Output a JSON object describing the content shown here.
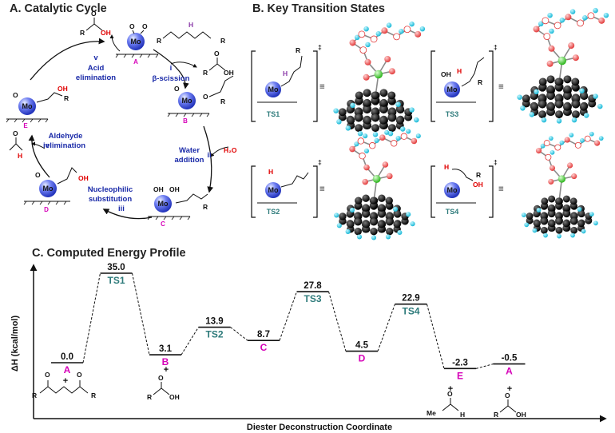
{
  "panels": {
    "a_title": "A. Catalytic Cycle",
    "b_title": "B. Key Transition States",
    "c_title": "C. Computed Energy Profile"
  },
  "cycle": {
    "species": [
      {
        "label": "A"
      },
      {
        "label": "B"
      },
      {
        "label": "C"
      },
      {
        "label": "D"
      },
      {
        "label": "E"
      }
    ],
    "metal": "Mo",
    "steps": [
      {
        "roman": "i",
        "line1": "β-scission",
        "line2": ""
      },
      {
        "roman": "ii",
        "line1": "Water",
        "line2": "addition"
      },
      {
        "roman": "iii",
        "line1": "Nucleophilic",
        "line2": "substitution"
      },
      {
        "roman": "iv",
        "line1": "Aldehyde",
        "line2": "elimination"
      },
      {
        "roman": "v",
        "line1": "Acid",
        "line2": "elimination"
      }
    ],
    "water": "H₂O",
    "atoms": {
      "O": "O",
      "OH": "OH",
      "H": "H",
      "R": "R",
      "OHacid": "OH"
    }
  },
  "transition_states": [
    {
      "label": "TS1"
    },
    {
      "label": "TS2"
    },
    {
      "label": "TS3"
    },
    {
      "label": "TS4"
    }
  ],
  "ts_symbols": {
    "dagger": "‡",
    "equiv": "≡"
  },
  "profile": {
    "ylabel": "ΔH (kcal/mol)",
    "xlabel": "Diester Deconstruction Coordinate",
    "levels": [
      {
        "name": "A",
        "value": 0.0,
        "display": "0.0",
        "kind": "min"
      },
      {
        "name": "TS1",
        "value": 35.0,
        "display": "35.0",
        "kind": "ts"
      },
      {
        "name": "B",
        "value": 3.1,
        "display": "3.1",
        "kind": "min"
      },
      {
        "name": "TS2",
        "value": 13.9,
        "display": "13.9",
        "kind": "ts"
      },
      {
        "name": "C",
        "value": 8.7,
        "display": "8.7",
        "kind": "min"
      },
      {
        "name": "TS3",
        "value": 27.8,
        "display": "27.8",
        "kind": "ts"
      },
      {
        "name": "D",
        "value": 4.5,
        "display": "4.5",
        "kind": "min"
      },
      {
        "name": "TS4",
        "value": 22.9,
        "display": "22.9",
        "kind": "ts"
      },
      {
        "name": "E",
        "value": -2.3,
        "display": "-2.3",
        "kind": "min"
      },
      {
        "name": "A",
        "value": -0.5,
        "display": "-0.5",
        "kind": "min"
      }
    ],
    "plus": "+",
    "colors": {
      "min_label": "#d600b8",
      "ts_label": "#2e7b7b",
      "mo_sphere": "#5566ee"
    }
  }
}
